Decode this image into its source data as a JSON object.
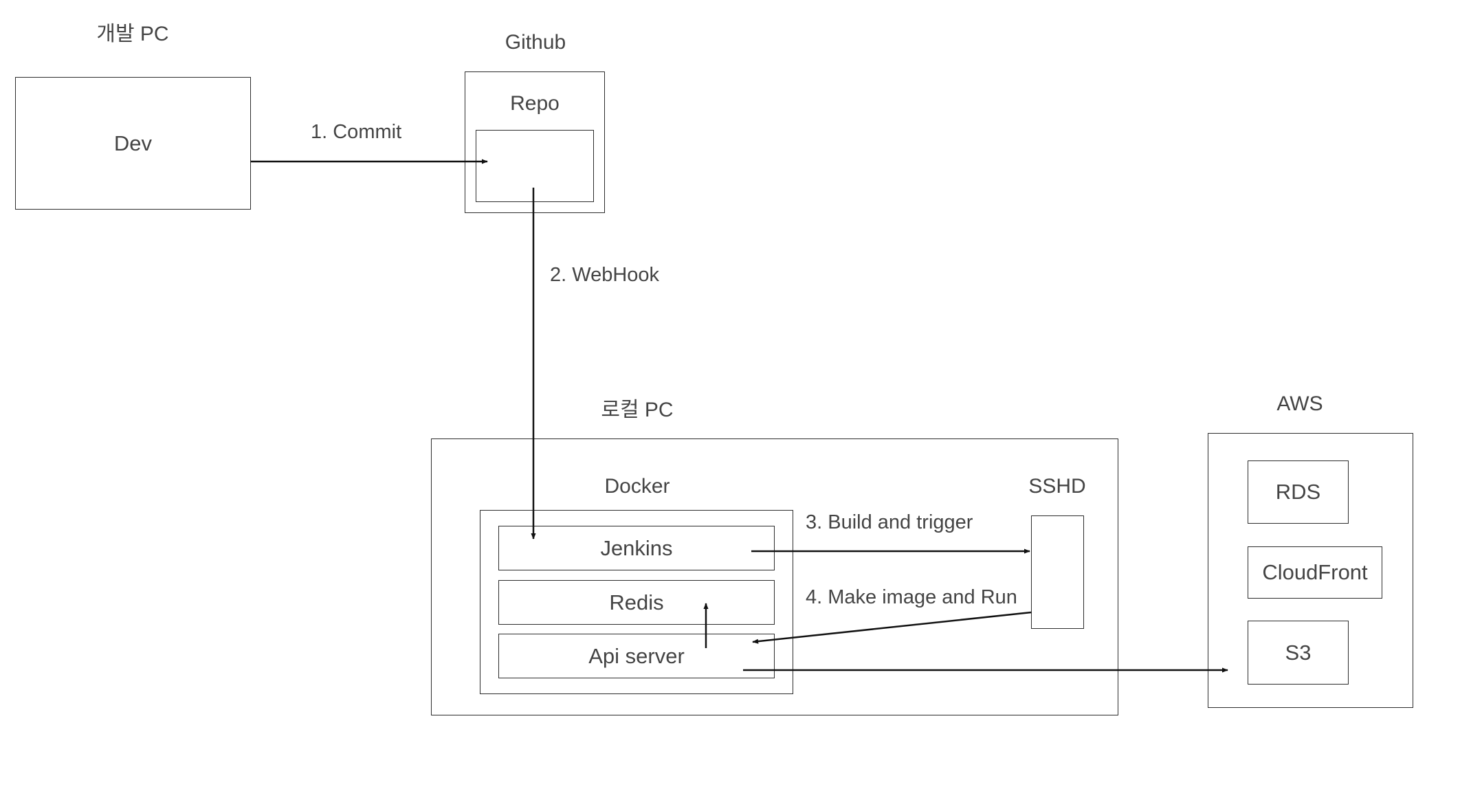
{
  "groups": {
    "dev_pc": "개발 PC",
    "github": "Github",
    "local_pc": "로컬 PC",
    "docker": "Docker",
    "sshd": "SSHD",
    "aws": "AWS"
  },
  "nodes": {
    "dev": "Dev",
    "repo": "Repo",
    "jenkins": "Jenkins",
    "redis": "Redis",
    "api_server": "Api server",
    "rds": "RDS",
    "cloudfront": "CloudFront",
    "s3": "S3"
  },
  "edges": {
    "commit": "1. Commit",
    "webhook": "2. WebHook",
    "build_trigger": "3. Build and trigger",
    "make_image_run": "4. Make image and Run"
  }
}
